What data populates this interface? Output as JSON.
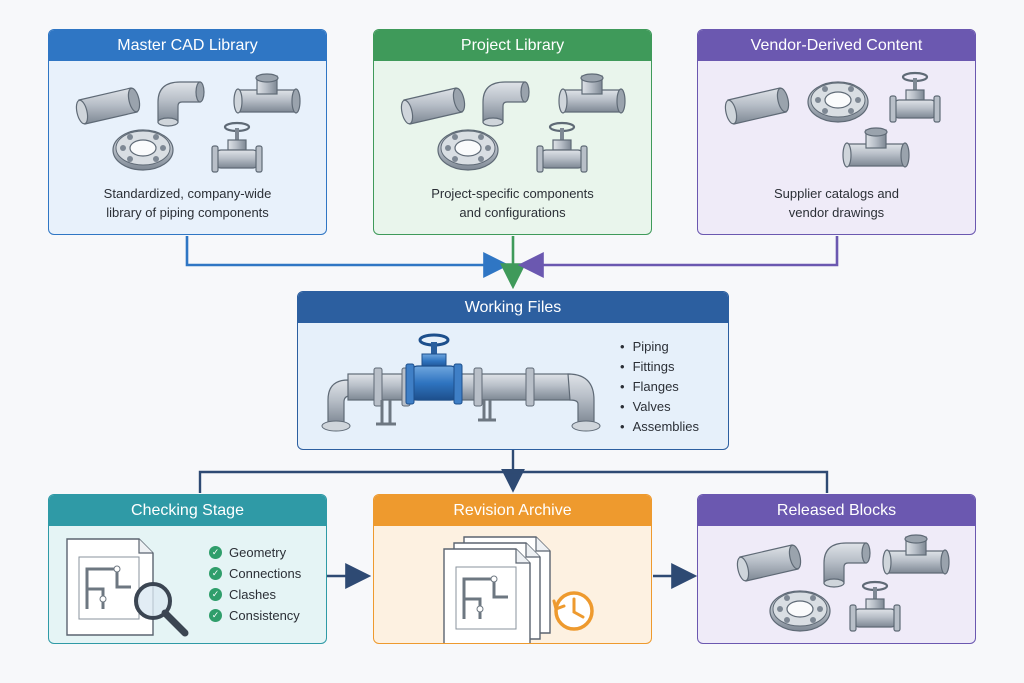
{
  "colors": {
    "blue": "#2f76c4",
    "green": "#3f9a5a",
    "purple": "#6b58b0",
    "teal": "#2f9aa6",
    "orange": "#ee9a2e",
    "navy": "#2e4a73"
  },
  "top_cards": [
    {
      "title": "Master CAD Library",
      "description_lines": [
        "Standardized, company-wide",
        "library of piping components"
      ]
    },
    {
      "title": "Project Library",
      "description_lines": [
        "Project-specific components",
        "and configurations"
      ]
    },
    {
      "title": "Vendor-Derived Content",
      "description_lines": [
        "Supplier catalogs and",
        "vendor drawings"
      ]
    }
  ],
  "working_files": {
    "title": "Working Files",
    "items": [
      "Piping",
      "Fittings",
      "Flanges",
      "Valves",
      "Assemblies"
    ]
  },
  "bottom_cards": {
    "checking": {
      "title": "Checking Stage",
      "checks": [
        "Geometry",
        "Connections",
        "Clashes",
        "Consistency"
      ]
    },
    "revision": {
      "title": "Revision Archive"
    },
    "released": {
      "title": "Released Blocks"
    }
  },
  "icons": [
    "pipe-icon",
    "elbow-icon",
    "tee-icon",
    "flange-icon",
    "valve-icon",
    "magnifier-icon",
    "document-icon",
    "history-clock-icon",
    "check-icon"
  ]
}
